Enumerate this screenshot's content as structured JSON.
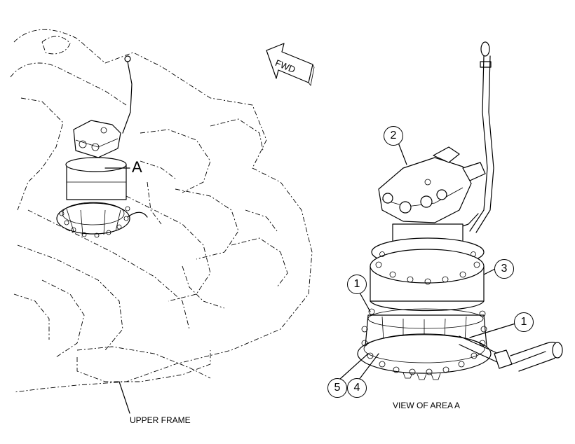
{
  "labels": {
    "area_marker": "A",
    "fwd": "FWD",
    "upper_frame": "UPPER FRAME",
    "view_caption": "VIEW OF AREA A"
  },
  "callouts": [
    {
      "id": "callout-2",
      "text": "2"
    },
    {
      "id": "callout-3",
      "text": "3"
    },
    {
      "id": "callout-1-left",
      "text": "1"
    },
    {
      "id": "callout-1-right",
      "text": "1"
    },
    {
      "id": "callout-5",
      "text": "5"
    },
    {
      "id": "callout-4",
      "text": "4"
    }
  ]
}
